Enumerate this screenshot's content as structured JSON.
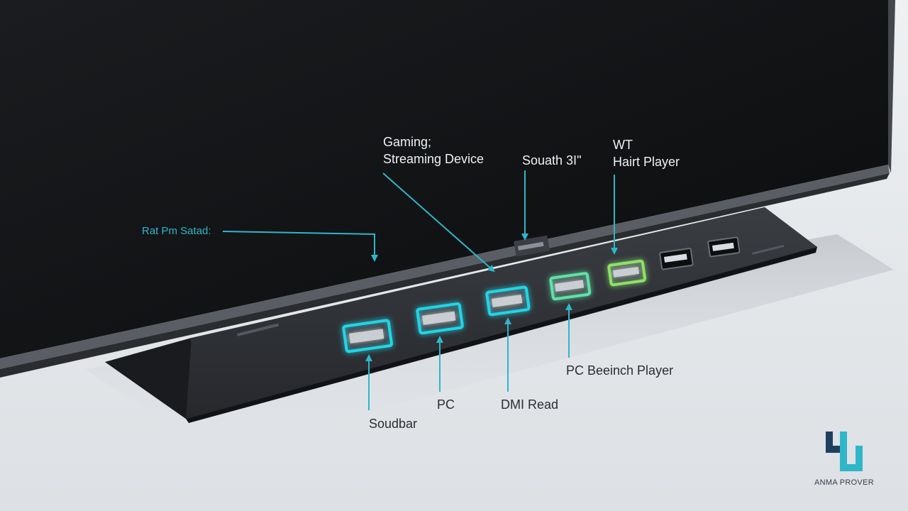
{
  "labels": {
    "gaming_line1": "Gaming;",
    "gaming_line2": "Streaming Device",
    "souath": "Souath 3I\"",
    "wt_line1": "WT",
    "wt_line2": "Hairt Player",
    "rat": "Rat Pm Satad:",
    "soudbar": "Soudbar",
    "pc": "PC",
    "dmi": "DMI Read",
    "pc_player": "PC Beeinch Player"
  },
  "brand": {
    "name": "ANMA PROVER"
  },
  "colors": {
    "accent": "#2fb6c9",
    "glow_cyan": "#22d4e6",
    "glow_green": "#8ee06a",
    "tv_panel": "#121416",
    "stand": "#2b2d31"
  },
  "icons": {
    "brand_logo": "brand-logo-icon"
  }
}
